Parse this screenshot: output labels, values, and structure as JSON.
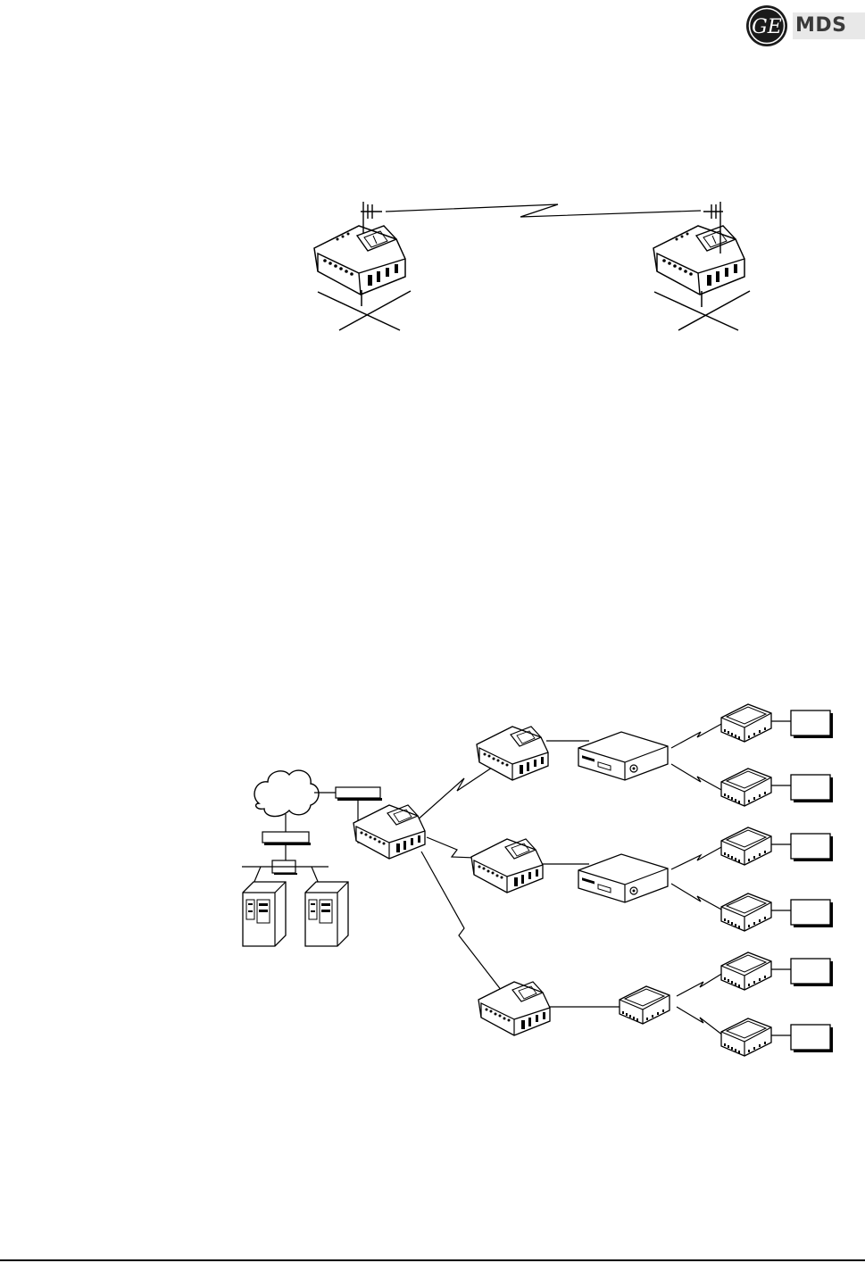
{
  "header": {
    "logo_monogram": "GE",
    "brand": "MDS",
    "colors": {
      "logo_circle": "#1a1a1a",
      "brand_bg": "#e8e8e8",
      "brand_text": "#3a3a3a"
    }
  },
  "figures": [
    {
      "kind": "point-to-point link",
      "nodes": [
        "transceiver",
        "transceiver"
      ],
      "icons": [
        "antenna-icon",
        "radio-unit-icon",
        "lan-connection-icon"
      ]
    },
    {
      "kind": "point-to-multipoint network",
      "nodes": [
        "network-cloud",
        "router",
        "hub",
        "server",
        "server",
        "access-point-radio",
        "remote-radio",
        "remote-radio",
        "remote-radio",
        "dvr-unit",
        "dvr-unit",
        "serial-device",
        "serial-device",
        "serial-device",
        "serial-device",
        "serial-device",
        "serial-device",
        "serial-device",
        "terminal",
        "terminal",
        "terminal",
        "terminal",
        "terminal",
        "terminal"
      ]
    }
  ]
}
